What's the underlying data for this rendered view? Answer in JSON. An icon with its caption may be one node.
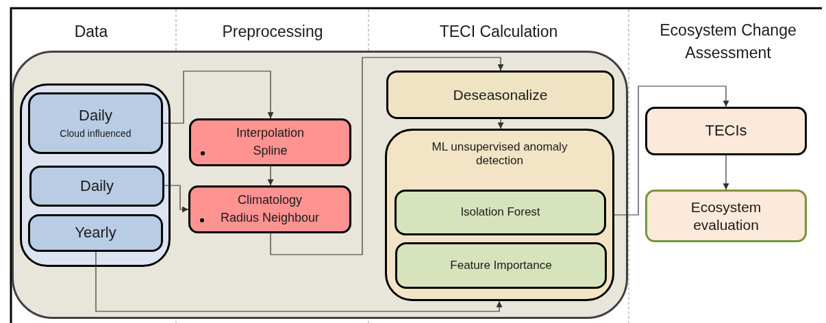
{
  "diagram": {
    "nodes": [
      {
        "text": [],
        "shape": "box"
      },
      {
        "text": [],
        "shape": "box",
        "in": 0
      },
      {
        "text": [
          "Daily",
          "Cloud influenced"
        ],
        "in": 1
      },
      {
        "text": [
          "Daily"
        ],
        "in": 1
      },
      {
        "text": [
          "Yearly"
        ],
        "in": 1
      },
      {
        "text": [
          "Interpolation",
          "Spline"
        ],
        "in": 0
      },
      {
        "text": [
          "Climatology",
          "Radius Neighbour"
        ],
        "in": 0
      },
      {
        "text": [
          "Deseasonalize"
        ],
        "in": 0
      },
      {
        "text": [
          "ML unsupervised anomaly detection"
        ],
        "in": 0
      },
      {
        "text": [
          "Isolation Forest"
        ],
        "in": 8
      },
      {
        "text": [
          "Feature Importance"
        ],
        "in": 8
      },
      {
        "text": [
          "TECIs"
        ]
      },
      {
        "text": [
          "Ecosystem evaluation"
        ]
      }
    ],
    "edges": [
      {
        "from": 2,
        "to": 5,
        "arrow": "to"
      },
      {
        "from": 3,
        "to": 6,
        "arrow": "to"
      },
      {
        "from": 5,
        "to": 6,
        "arrow": "to"
      },
      {
        "from": 6,
        "to": 7,
        "arrow": "to"
      },
      {
        "from": 7,
        "to": 8,
        "arrow": "to"
      },
      {
        "from": 4,
        "to": 8,
        "arrow": "to"
      },
      {
        "from": 8,
        "to": 11,
        "arrow": "to"
      },
      {
        "from": 11,
        "to": 12,
        "arrow": "to"
      }
    ],
    "labels": [
      "Data",
      "Preprocessing",
      "TECI Calculation",
      "Ecosystem Change Assessment"
    ]
  }
}
